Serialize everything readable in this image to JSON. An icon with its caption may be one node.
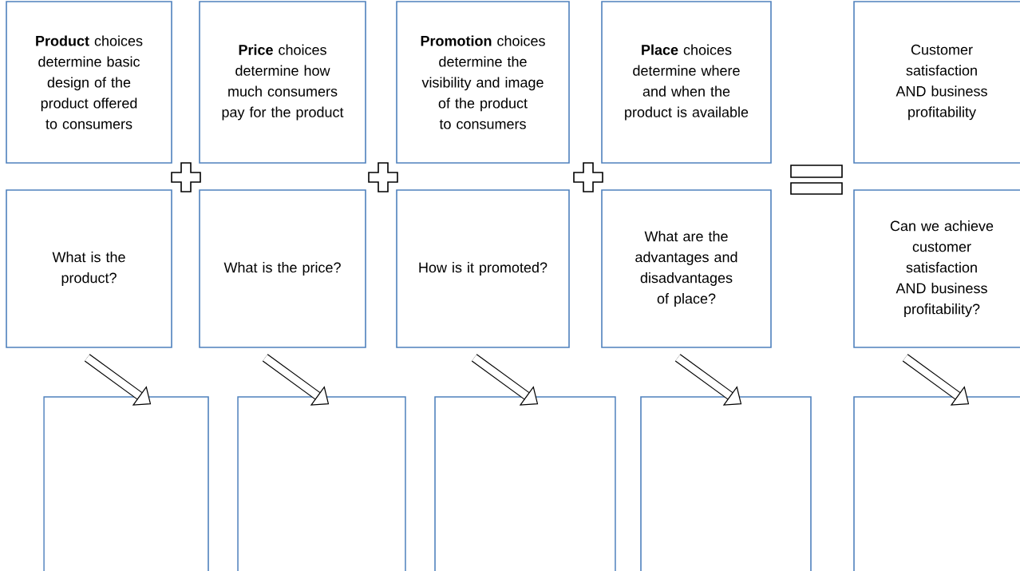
{
  "diagram": {
    "nodes": [
      {
        "text": [
          "**Product** choices determine basic design of the product offered to consumers"
        ]
      },
      {
        "text": [
          "**Price** choices determine how much consumers pay for the product"
        ]
      },
      {
        "text": [
          "**Promotion** choices determine the visibility and image of the product to consumers"
        ]
      },
      {
        "text": [
          "**Place** choices determine where and when the product is available"
        ]
      },
      {
        "text": [
          "Customer satisfaction AND business profitability"
        ]
      },
      {
        "text": [
          "What is the product?"
        ]
      },
      {
        "text": [
          "What is the price?"
        ]
      },
      {
        "text": [
          "How is it promoted?"
        ]
      },
      {
        "text": [
          "What are the advantages and disadvantages of place?"
        ]
      },
      {
        "text": [
          "Can we achieve customer satisfaction AND business profitability?"
        ]
      },
      {
        "text": [],
        "shape": "box"
      },
      {
        "text": [],
        "shape": "box"
      },
      {
        "text": [],
        "shape": "box"
      },
      {
        "text": [],
        "shape": "box"
      },
      {
        "text": [],
        "shape": "box"
      }
    ],
    "edges": [
      {
        "from": 5,
        "to": 10,
        "arrow": "to"
      },
      {
        "from": 6,
        "to": 11,
        "arrow": "to"
      },
      {
        "from": 7,
        "to": 12,
        "arrow": "to"
      },
      {
        "from": 8,
        "to": 13,
        "arrow": "to"
      },
      {
        "from": 9,
        "to": 14,
        "arrow": "to"
      }
    ]
  }
}
